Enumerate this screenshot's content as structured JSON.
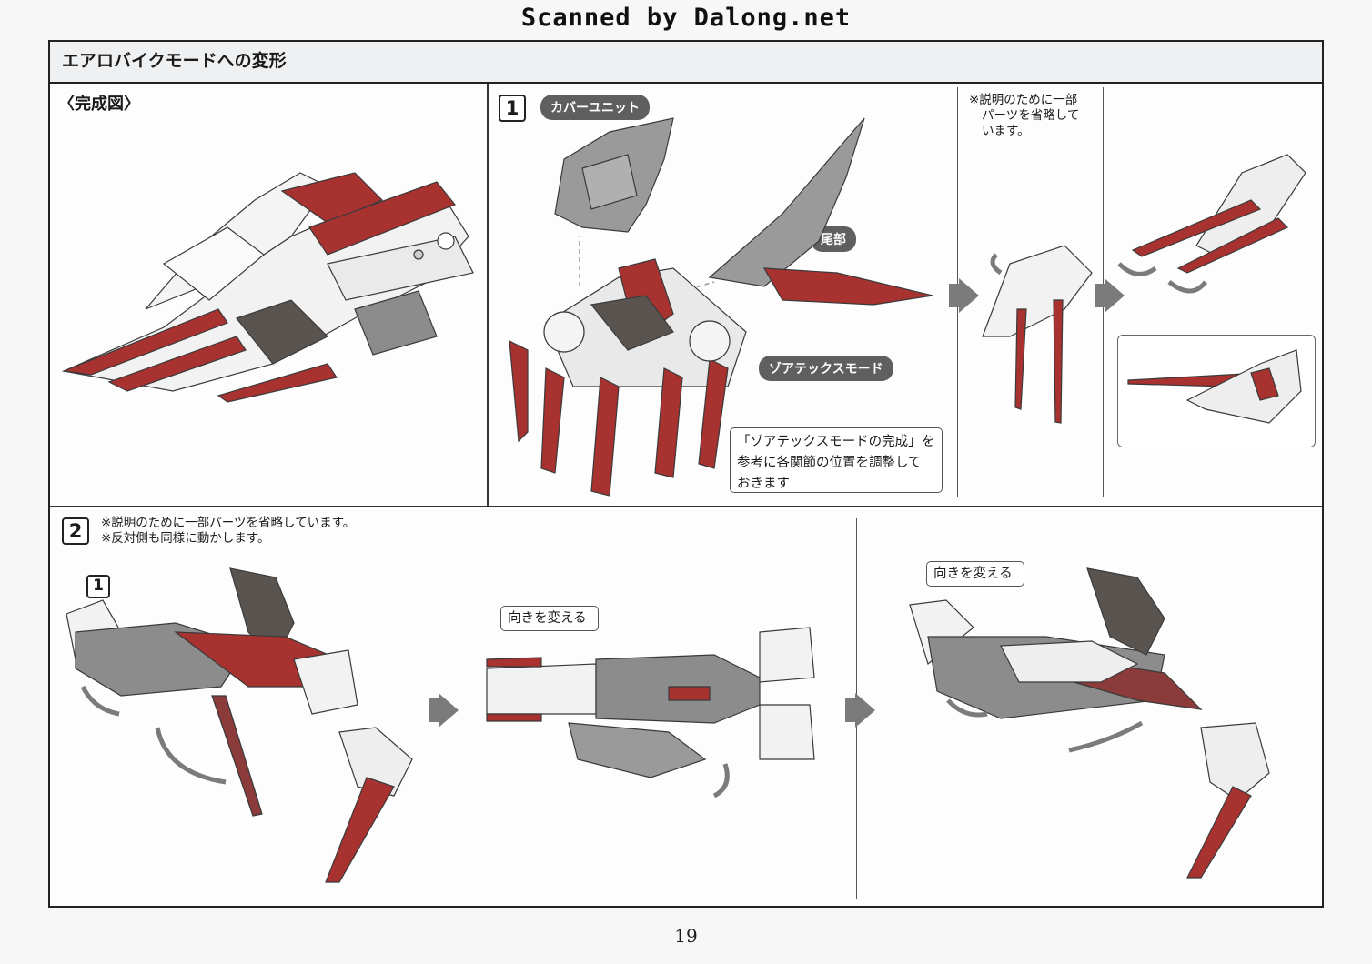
{
  "watermark": "Scanned by Dalong.net",
  "section_title": "エアロバイクモードへの変形",
  "completed_label": "〈完成図〉",
  "step1": {
    "number": "1",
    "cover_unit_label": "カバーユニット",
    "tail_label": "尾部",
    "zoatex_label": "ゾアテックスモード",
    "callout_lines": [
      "「ゾアテックスモードの完成」を",
      "参考に各関節の位置を調整して",
      "おきます"
    ],
    "omit_note_lines": [
      "※説明のために一部",
      "パーツを省略して",
      "います。"
    ]
  },
  "step2": {
    "number": "2",
    "notes": [
      "※説明のために一部パーツを省略しています。",
      "※反対側も同様に動かします。"
    ],
    "sub_step": "1",
    "turn_label_a": "向きを変える",
    "turn_label_b": "向きを変える"
  },
  "page_number": "19",
  "colors": {
    "red_part": "#a8322f",
    "gray_part": "#8c8c8c",
    "dark_part": "#5a5450",
    "white_part": "#f2f2f2",
    "arrow": "#7b7b7b"
  }
}
